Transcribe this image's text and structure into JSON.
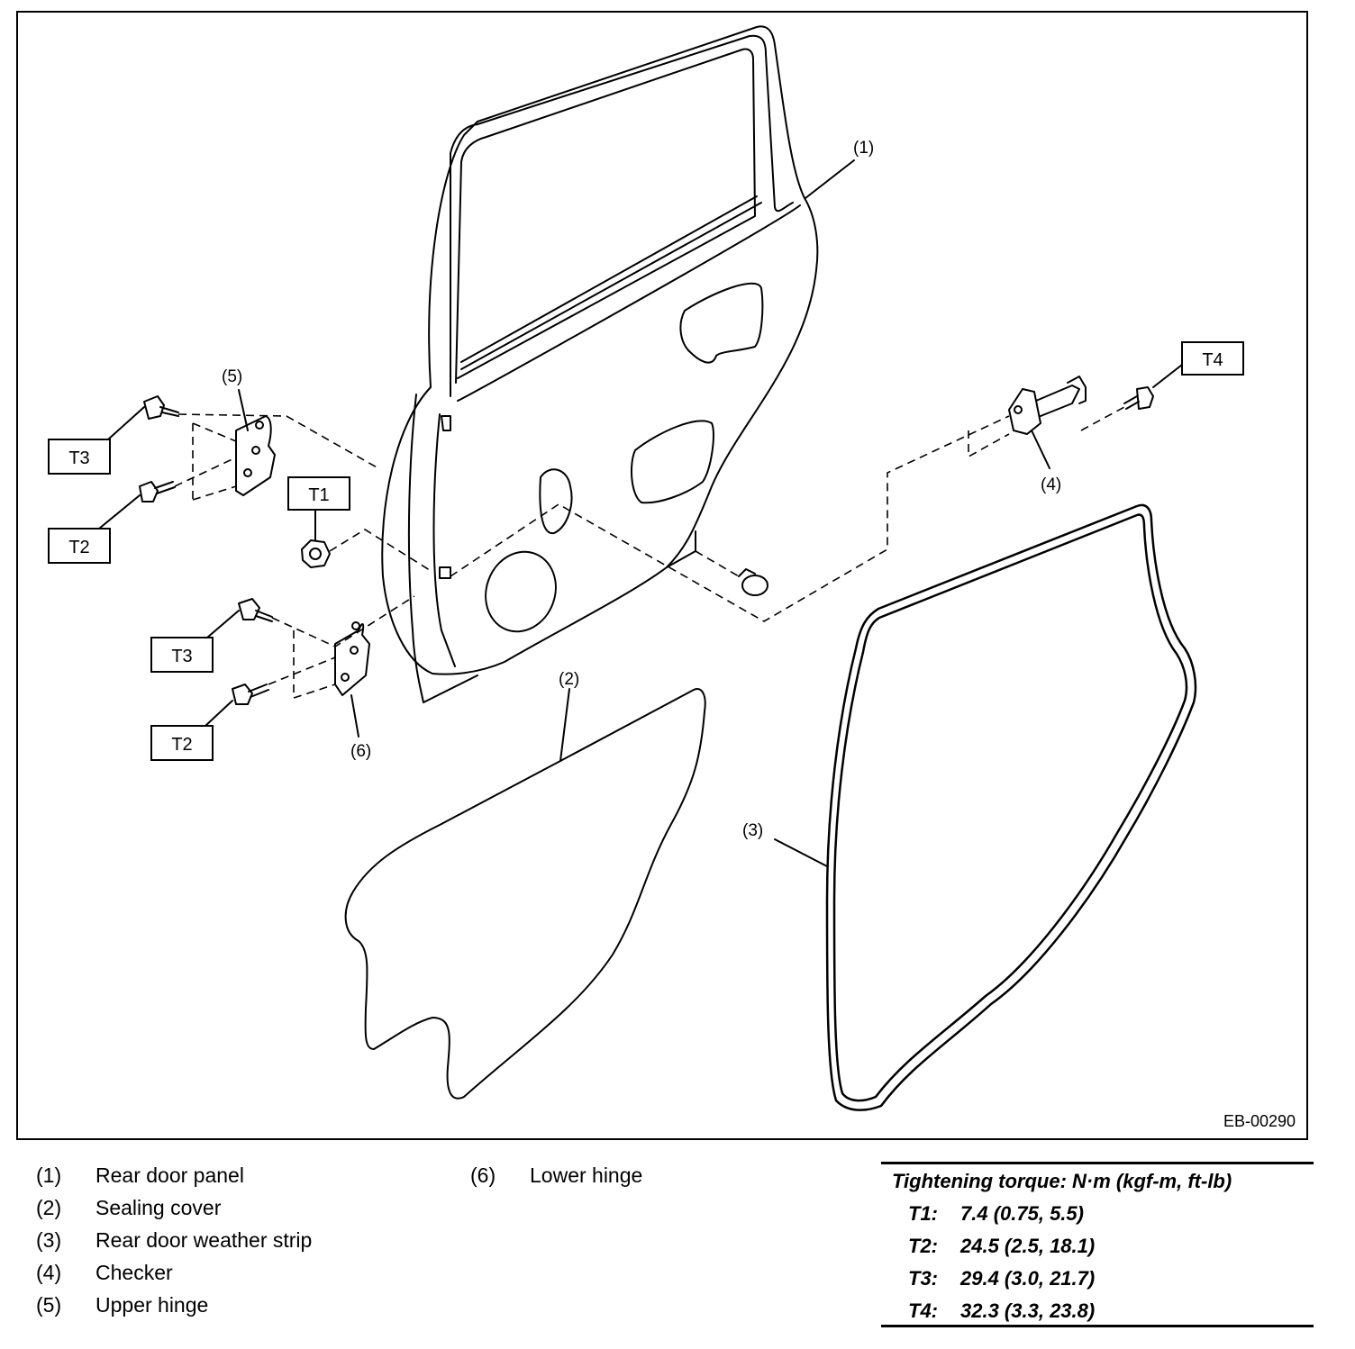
{
  "figure": {
    "id": "EB-00290",
    "callouts": [
      "(1)",
      "(2)",
      "(3)",
      "(4)",
      "(5)",
      "(6)"
    ],
    "torque_tags": [
      "T1",
      "T2",
      "T3",
      "T4"
    ]
  },
  "legend": {
    "left": [
      {
        "num": "(1)",
        "name": "Rear door panel"
      },
      {
        "num": "(2)",
        "name": "Sealing cover"
      },
      {
        "num": "(3)",
        "name": "Rear door weather strip"
      },
      {
        "num": "(4)",
        "name": "Checker"
      },
      {
        "num": "(5)",
        "name": "Upper hinge"
      }
    ],
    "right": [
      {
        "num": "(6)",
        "name": "Lower hinge"
      }
    ]
  },
  "torque": {
    "title": "Tightening torque: N·m (kgf-m, ft-lb)",
    "rows": [
      {
        "id": "T1:",
        "value": "7.4 (0.75, 5.5)"
      },
      {
        "id": "T2:",
        "value": "24.5 (2.5, 18.1)"
      },
      {
        "id": "T3:",
        "value": "29.4 (3.0, 21.7)"
      },
      {
        "id": "T4:",
        "value": "32.3 (3.3, 23.8)"
      }
    ]
  }
}
